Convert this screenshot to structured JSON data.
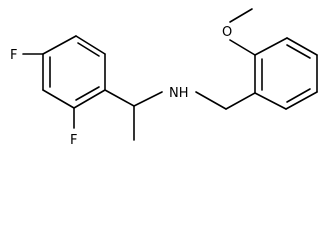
{
  "structure": {
    "atoms": {
      "fluorine_top": "F",
      "fluorine_bottom": "F",
      "amine": "NH",
      "ether_oxygen": "O"
    }
  }
}
